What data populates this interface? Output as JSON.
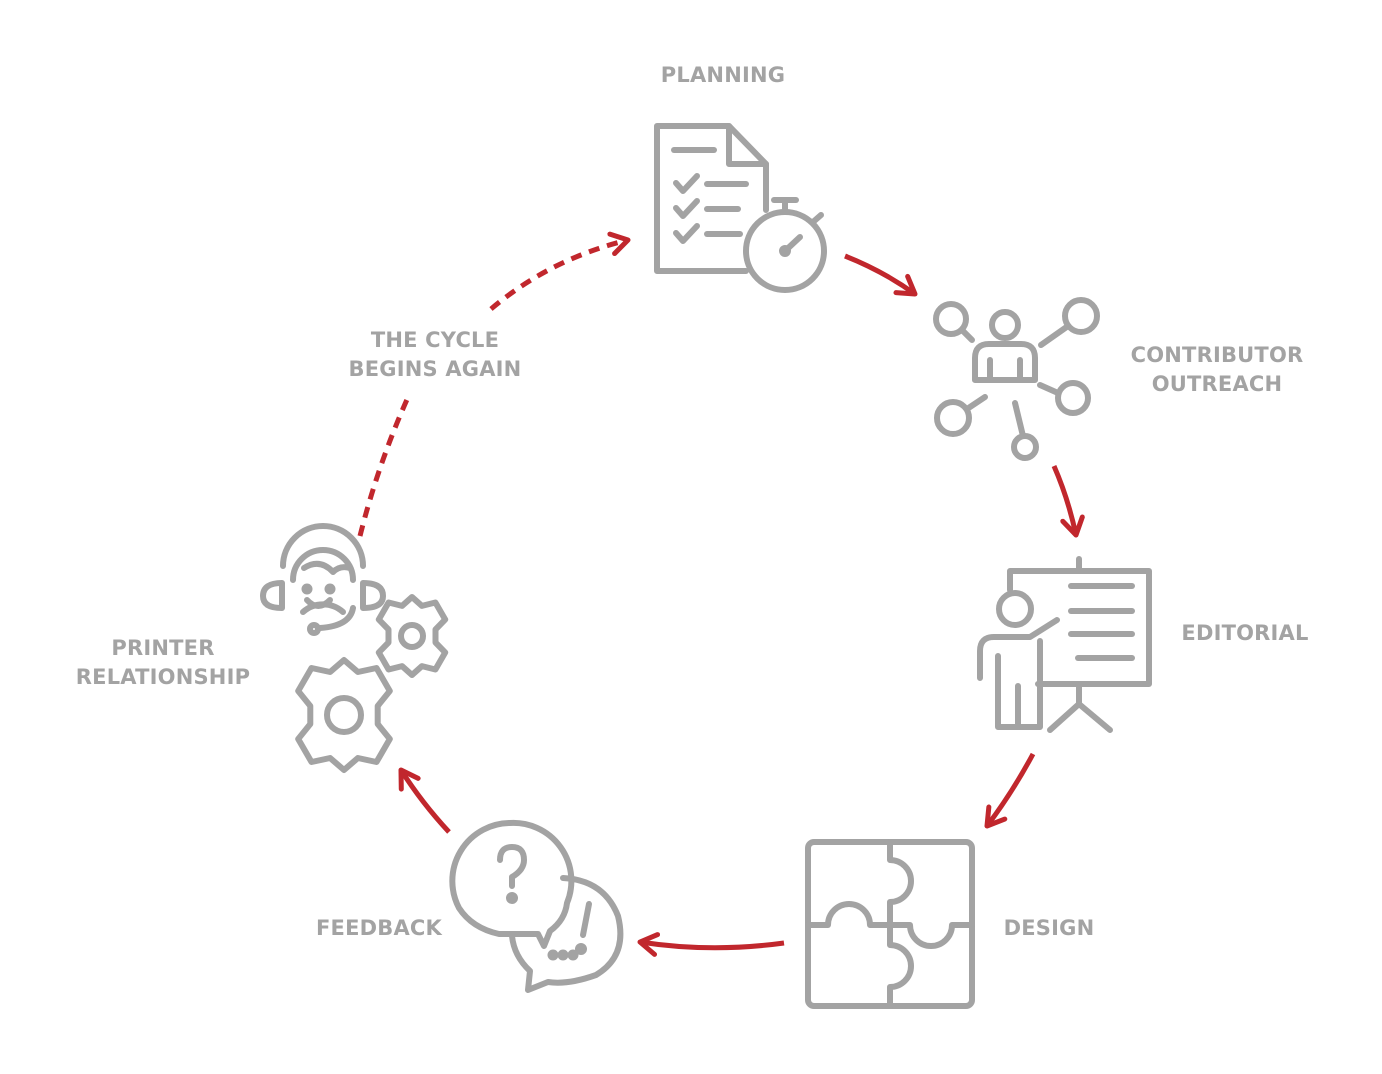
{
  "colors": {
    "icon": "#a3a3a3",
    "arrow": "#c1272d",
    "label": "#a3a3a3",
    "background": "#ffffff"
  },
  "stages": [
    {
      "id": "planning",
      "lines": [
        "PLANNING"
      ],
      "icon": "checklist-stopwatch-icon"
    },
    {
      "id": "contributor-outreach",
      "lines": [
        "CONTRIBUTOR",
        "OUTREACH"
      ],
      "icon": "network-people-icon"
    },
    {
      "id": "editorial",
      "lines": [
        "EDITORIAL"
      ],
      "icon": "presenter-board-icon"
    },
    {
      "id": "design",
      "lines": [
        "DESIGN"
      ],
      "icon": "puzzle-icon"
    },
    {
      "id": "feedback",
      "lines": [
        "FEEDBACK"
      ],
      "icon": "speech-bubbles-icon"
    },
    {
      "id": "printer-relationship",
      "lines": [
        "PRINTER",
        "RELATIONSHIP"
      ],
      "icon": "headset-gears-icon"
    }
  ],
  "cycle_note": {
    "lines": [
      "THE CYCLE",
      "BEGINS AGAIN"
    ]
  }
}
